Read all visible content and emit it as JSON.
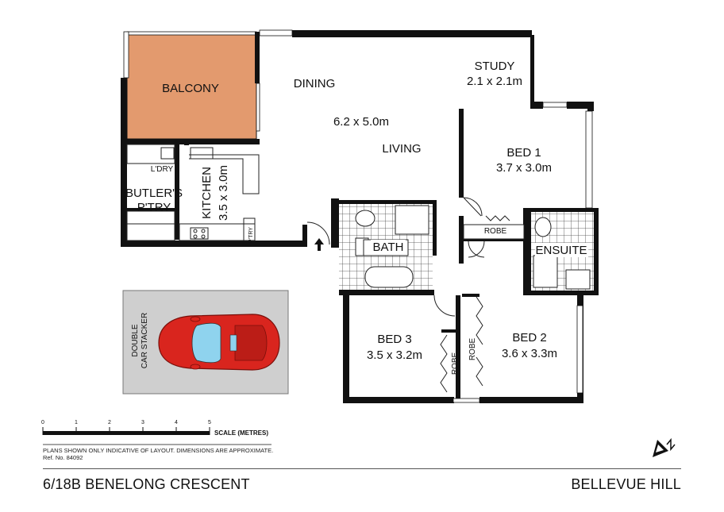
{
  "colors": {
    "wall": "#111111",
    "balcony_fill": "#e39a6e",
    "car_body": "#d9251e",
    "car_glass": "#8fd3ee",
    "stacker_fill": "#cfcfcf",
    "tile_line": "#444444"
  },
  "rooms": {
    "balcony": "BALCONY",
    "dining": "DINING",
    "living_dims": "6.2 x 5.0m",
    "living": "LIVING",
    "study": "STUDY",
    "study_dims": "2.1 x 2.1m",
    "bed1": "BED 1",
    "bed1_dims": "3.7 x 3.0m",
    "ldry": "L'DRY",
    "kitchen": "KITCHEN",
    "kitchen_dims": "3.5 x 3.0m",
    "butlers": "BUTLER'S",
    "butlers2": "P'TRY",
    "ptry": "P'TRY",
    "robe_bed1": "ROBE",
    "bath": "BATH",
    "ensuite": "ENSUITE",
    "bed3": "BED 3",
    "bed3_dims": "3.5 x 3.2m",
    "robe_bed3": "ROBE",
    "robe_bed2": "ROBE",
    "bed2": "BED 2",
    "bed2_dims": "3.6 x 3.3m",
    "car_stacker_1": "DOUBLE",
    "car_stacker_2": "CAR STACKER"
  },
  "scale": {
    "ticks": [
      "0",
      "1",
      "2",
      "3",
      "4",
      "5"
    ],
    "label": "SCALE (METRES)"
  },
  "notes": {
    "line1": "PLANS SHOWN ONLY INDICATIVE OF LAYOUT.  DIMENSIONS ARE APPROXIMATE.",
    "line2": "Ref. No. 84092"
  },
  "footer": {
    "address": "6/18B BENELONG CRESCENT",
    "suburb": "BELLEVUE HILL"
  },
  "icons": {
    "north": "north-arrow-icon",
    "entry": "entry-arrow-icon",
    "car": "car-icon"
  }
}
